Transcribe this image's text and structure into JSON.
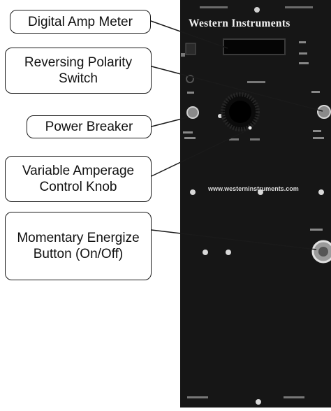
{
  "callouts": {
    "amp_meter": "Digital Amp Meter",
    "polarity_switch": "Reversing Polarity Switch",
    "power_breaker": "Power Breaker",
    "amperage_knob": "Variable Amperage Control Knob",
    "energize_button": "Momentary Energize Button (On/Off)"
  },
  "panel": {
    "brand": "Western Instruments",
    "website": "www.westerninstruments.com",
    "colors": {
      "panel": "#161616",
      "callout_border": "#1a1a1a"
    }
  }
}
